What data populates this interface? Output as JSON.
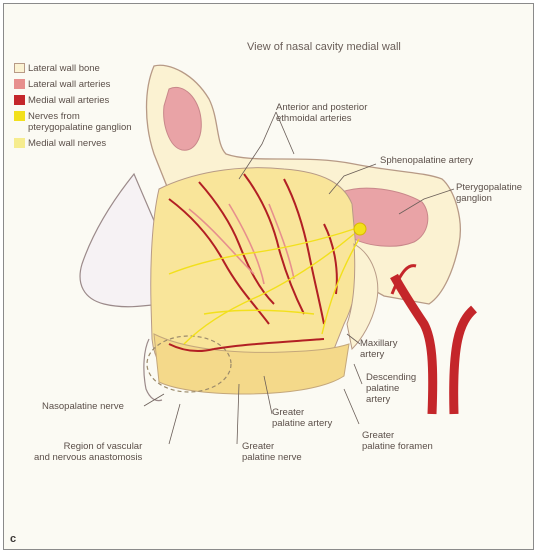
{
  "figure": {
    "title": "View of nasal cavity medial wall",
    "panel_letter": "c"
  },
  "legend": [
    {
      "label": "Lateral wall bone",
      "color": "#fbf2d2",
      "border": "#b79a86"
    },
    {
      "label": "Lateral wall arteries",
      "color": "#e78f8d",
      "border": "#e78f8d"
    },
    {
      "label": "Medial wall arteries",
      "color": "#c4262a",
      "border": "#c4262a"
    },
    {
      "label": "Nerves from\npterygopalatine ganglion",
      "color": "#f2e01c",
      "border": "#f2e01c"
    },
    {
      "label": "Medial wall nerves",
      "color": "#f6ec8e",
      "border": "#f6ec8e"
    }
  ],
  "labels": {
    "ethmoidal": "Anterior and posterior\nethmoidal arteries",
    "sphenopalatine": "Sphenopalatine artery",
    "pterygopalatine": "Pterygopalatine\nganglion",
    "maxillary": "Maxillary\nartery",
    "descending": "Descending\npalatine\nartery",
    "greater_palatine_artery": "Greater\npalatine artery",
    "greater_palatine_foramen": "Greater\npalatine foramen",
    "nasopalatine": "Nasopalatine nerve",
    "anastomosis": "Region of vascular\nand nervous anastomosis",
    "greater_palatine_nerve": "Greater\npalatine nerve"
  },
  "colors": {
    "bone_fill": "#fbf2d2",
    "bone_outline": "#b79a86",
    "cavity_fill": "#f9e59a",
    "medial_artery": "#c4262a",
    "lateral_artery": "#e78f8d",
    "nerve": "#f2e01c",
    "medial_nerve": "#f6ec8e",
    "leader_line": "#6a5e58"
  }
}
